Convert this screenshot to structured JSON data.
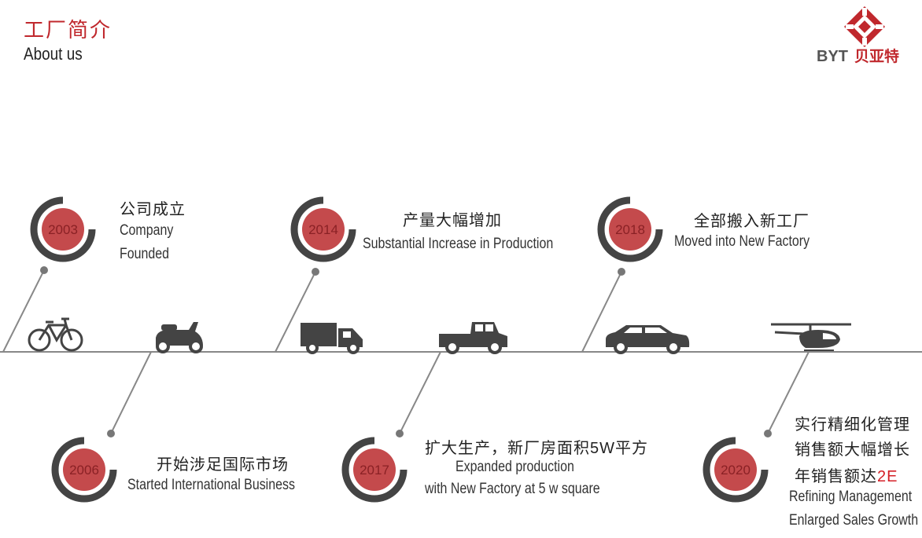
{
  "header": {
    "title_cn": "工厂简介",
    "title_en": "About us"
  },
  "logo": {
    "text": "BYT贝亚特",
    "icon": "byt-logo-icon"
  },
  "colors": {
    "accent_red": "#c44a4c",
    "ring_dark": "#444444",
    "line_gray": "#888888",
    "dot_gray": "#777777"
  },
  "events": [
    {
      "year": "2003",
      "cn": "公司成立",
      "en1": "Company",
      "en2": "Founded"
    },
    {
      "year": "2006",
      "cn": "开始涉足国际市场",
      "en1": "Started International Business"
    },
    {
      "year": "2014",
      "cn": "产量大幅增加",
      "en1": "Substantial Increase in Production"
    },
    {
      "year": "2017",
      "cn": "扩大生产，新厂房面积5W平方",
      "en1": "Expanded production",
      "en2": "with New Factory at 5 w square"
    },
    {
      "year": "2018",
      "cn": "全部搬入新工厂",
      "en1": "Moved into New  Factory"
    },
    {
      "year": "2020",
      "cn1": "实行精细化管理",
      "cn2": "销售额大幅增长",
      "cn3_pre": "年销售额达",
      "cn3_hl": "2E",
      "en1": "Refining Management",
      "en2": "Enlarged Sales Growth"
    }
  ],
  "vehicles": [
    "bicycle-icon",
    "scooter-icon",
    "box-truck-icon",
    "pickup-truck-icon",
    "sedan-car-icon",
    "helicopter-icon"
  ]
}
